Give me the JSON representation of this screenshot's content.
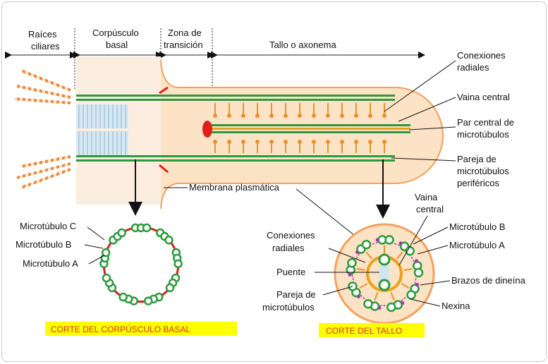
{
  "regions": {
    "roots": [
      "Raíces",
      "ciliares"
    ],
    "basal": [
      "Corpúsculo",
      "basal"
    ],
    "transition": [
      "Zona de",
      "transición"
    ],
    "shaft": "Tallo o axonema"
  },
  "right_labels": {
    "radial": [
      "Conexiones",
      "radiales"
    ],
    "sheath": "Vaina central",
    "central_pair": [
      "Par central de",
      "microtúbulos"
    ],
    "peripheral": [
      "Pareja de",
      "microtúbulos",
      "periféricos"
    ]
  },
  "membrane_label": "Membrana plasmática",
  "basal_section": {
    "labels": [
      "Microtúbulo C",
      "Microtúbulo B",
      "Microtúbulo A"
    ],
    "caption": "CORTE DEL CORPÚSCULO BASAL"
  },
  "shaft_section": {
    "left_labels": {
      "radial": [
        "Conexiones",
        "radiales"
      ],
      "bridge": "Puente",
      "doublet": [
        "Pareja de",
        "microtúbulos"
      ]
    },
    "top_label": [
      "Vaina",
      "central"
    ],
    "right_labels": [
      "Microtúbulo B",
      "Microtúbulo A",
      "Brazos de dineína",
      "Nexina"
    ],
    "caption": "CORTE DEL TALLO"
  },
  "colors": {
    "membrane": "#f4a15d",
    "cytoplasm": "#fde3c5",
    "microtubule": "#2a9a3c",
    "radial_spoke": "#e8912e",
    "sheath": "#e9a21c",
    "nexin": "#d61f1f",
    "dynein": "#9a3fae",
    "caption_bg": "#ffff00",
    "caption_text": "#e0301e"
  }
}
